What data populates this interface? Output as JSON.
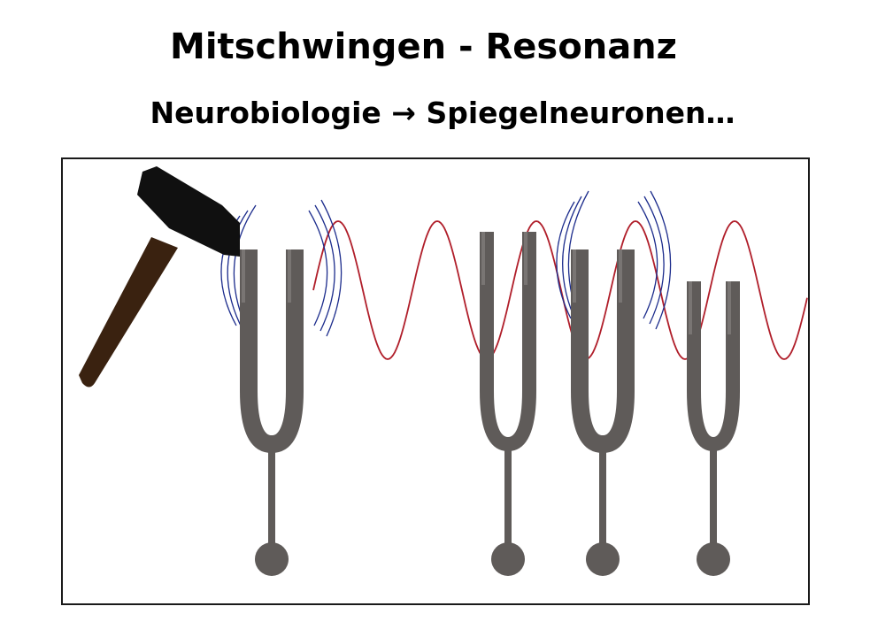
{
  "title": "Mitschwingen - Resonanz",
  "subtitle": "Neurobiologie → Spiegelneuronen…",
  "colors": {
    "fork": "#5f5b59",
    "fork_highlight": "#8a8785",
    "wave": "#b01e2a",
    "vibration": "#1c2c8c",
    "hammer_head": "#101010",
    "hammer_handle": "#3a2210",
    "frame_border": "#1a1a1a"
  },
  "icons": [
    "hammer-icon",
    "tuning-fork-icon",
    "sound-wave-icon",
    "vibration-arcs-icon"
  ],
  "diagram": {
    "fork_count": 4,
    "vibrating_forks": [
      1,
      3
    ],
    "description_elements": [
      "hammer",
      "struck-fork",
      "resonating-forks",
      "connecting-wave"
    ]
  }
}
